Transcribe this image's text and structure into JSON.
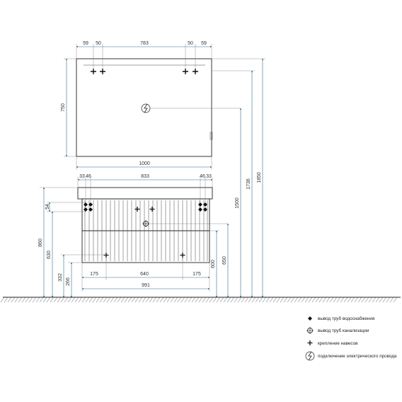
{
  "mirror": {
    "widths_top": [
      "59",
      "50",
      "783",
      "50",
      "59"
    ],
    "height": "750",
    "width": "1000",
    "right_heights": [
      "1736",
      "1850"
    ]
  },
  "cabinet": {
    "widths_top": [
      "33",
      "46",
      "833",
      "46",
      "33"
    ],
    "left_heights": [
      "54",
      "860",
      "630",
      "332",
      "266"
    ],
    "right_heights": [
      "600",
      "650",
      "1500"
    ],
    "bottom_widths": [
      "175",
      "640",
      "175"
    ],
    "total_width": "991"
  },
  "legend": [
    {
      "icon": "water-supply-icon",
      "label": "вывод труб водоснабжения"
    },
    {
      "icon": "sewer-outlet-icon",
      "label": "вывод труб канализации"
    },
    {
      "icon": "mount-icon",
      "label": "крепление навесов"
    },
    {
      "icon": "electric-icon",
      "label": "подключение электрического провода"
    }
  ],
  "colors": {
    "dimension": "#2f6e8e",
    "outline": "#222222"
  }
}
